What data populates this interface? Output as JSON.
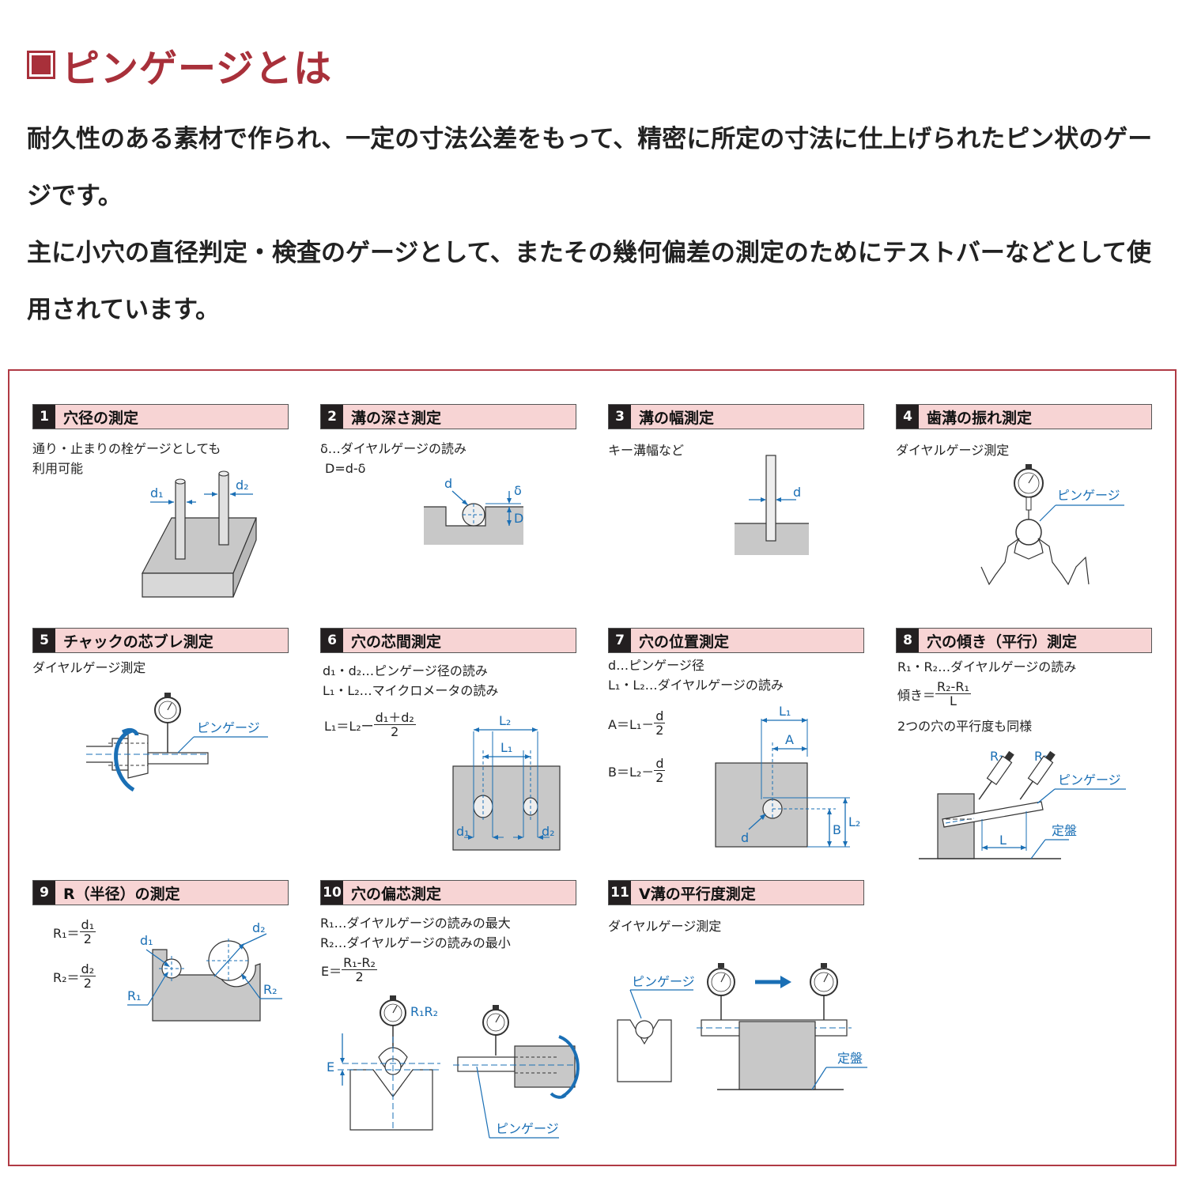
{
  "title": "ピンゲージとは",
  "intro": [
    "耐久性のある素材で作られ、一定の寸法公差をもって、精密に所定の寸法に仕上げられたピン状のゲージです。",
    "主に小穴の直径判定・検査のゲージとして、またその幾何偏差の測定のためにテストバーなどとして使用されています。"
  ],
  "colors": {
    "accent": "#a8303a",
    "header_bg": "#f7d4d4",
    "blue": "#1a6fb5",
    "gray": "#c8c8c8"
  },
  "cells": [
    {
      "num": "1",
      "title": "穴径の測定",
      "notes": [
        "通り・止まりの栓ゲージとしても",
        "利用可能"
      ],
      "labels": {
        "d1": "d₁",
        "d2": "d₂"
      }
    },
    {
      "num": "2",
      "title": "溝の深さ測定",
      "notes": [
        "δ…ダイヤルゲージの読み",
        "D=d-δ"
      ],
      "labels": {
        "d": "d",
        "delta": "δ",
        "D": "D"
      }
    },
    {
      "num": "3",
      "title": "溝の幅測定",
      "notes": [
        "キー溝幅など"
      ],
      "labels": {
        "d": "d"
      }
    },
    {
      "num": "4",
      "title": "歯溝の振れ測定",
      "notes": [
        "ダイヤルゲージ測定"
      ],
      "labels": {
        "pin": "ピンゲージ"
      }
    },
    {
      "num": "5",
      "title": "チャックの芯ブレ測定",
      "notes": [
        "ダイヤルゲージ測定"
      ],
      "labels": {
        "pin": "ピンゲージ"
      }
    },
    {
      "num": "6",
      "title": "穴の芯間測定",
      "notes": [
        "d₁・d₂…ピンゲージ径の読み",
        "L₁・L₂…マイクロメータの読み"
      ],
      "formula": {
        "lhs": "L₁＝L₂ー",
        "num": "d₁＋d₂",
        "den": "2"
      },
      "labels": {
        "L1": "L₁",
        "L2": "L₂",
        "d1": "d₁",
        "d2": "d₂"
      }
    },
    {
      "num": "7",
      "title": "穴の位置測定",
      "notes": [
        "d…ピンゲージ径",
        "L₁・L₂…ダイヤルゲージの読み"
      ],
      "formula_a": {
        "lhs": "A＝L₁－",
        "num": "d",
        "den": "2"
      },
      "formula_b": {
        "lhs": "B＝L₂－",
        "num": "d",
        "den": "2"
      },
      "labels": {
        "L1": "L₁",
        "A": "A",
        "B": "B",
        "L2": "L₂",
        "d": "d"
      }
    },
    {
      "num": "8",
      "title": "穴の傾き（平行）測定",
      "notes": [
        "R₁・R₂…ダイヤルゲージの読み",
        "2つの穴の平行度も同様"
      ],
      "formula": {
        "lhs": "傾き＝",
        "num": "R₂-R₁",
        "den": "L"
      },
      "labels": {
        "R1": "R₁",
        "R2": "R₂",
        "pin": "ピンゲージ",
        "plate": "定盤",
        "L": "L"
      }
    },
    {
      "num": "9",
      "title": "R（半径）の測定",
      "formula_1": {
        "lhs": "R₁＝",
        "num": "d₁",
        "den": "2"
      },
      "formula_2": {
        "lhs": "R₂＝",
        "num": "d₂",
        "den": "2"
      },
      "labels": {
        "d1": "d₁",
        "d2": "d₂",
        "R1": "R₁",
        "R2": "R₂"
      }
    },
    {
      "num": "10",
      "title": "穴の偏芯測定",
      "notes": [
        "R₁…ダイヤルゲージの読みの最大",
        "R₂…ダイヤルゲージの読みの最小"
      ],
      "formula": {
        "lhs": "E＝",
        "num": "R₁-R₂",
        "den": "2"
      },
      "labels": {
        "R1R2": "R₁R₂",
        "E": "E",
        "pin": "ピンゲージ"
      }
    },
    {
      "num": "11",
      "title": "V溝の平行度測定",
      "notes": [
        "ダイヤルゲージ測定"
      ],
      "labels": {
        "pin": "ピンゲージ",
        "plate": "定盤"
      }
    }
  ]
}
